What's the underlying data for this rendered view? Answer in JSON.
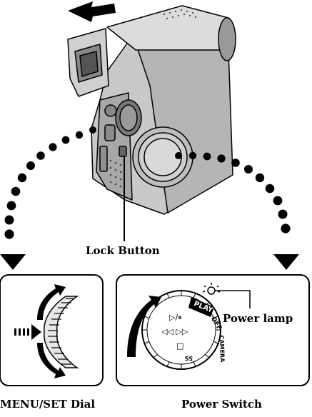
{
  "labels": {
    "lock_button": "Lock Button",
    "menu_set_dial": "MENU/SET Dial",
    "power_switch": "Power Switch",
    "power_lamp": "Power lamp"
  },
  "switch_marks": {
    "play": "PLAY",
    "off": "OFF",
    "camera": "CAMERA",
    "five_s": "5S",
    "play_pause": "▷/⏸",
    "rew_ff": "◁◁ ▷▷",
    "stop": "□"
  },
  "icons": [
    "motion-arrow-icon",
    "lamp-glow-icon",
    "push-arrow-icon",
    "rotate-arrow-icon"
  ],
  "colors": {
    "ink": "#000000",
    "body": "#c9c9c9",
    "paper": "#ffffff"
  }
}
